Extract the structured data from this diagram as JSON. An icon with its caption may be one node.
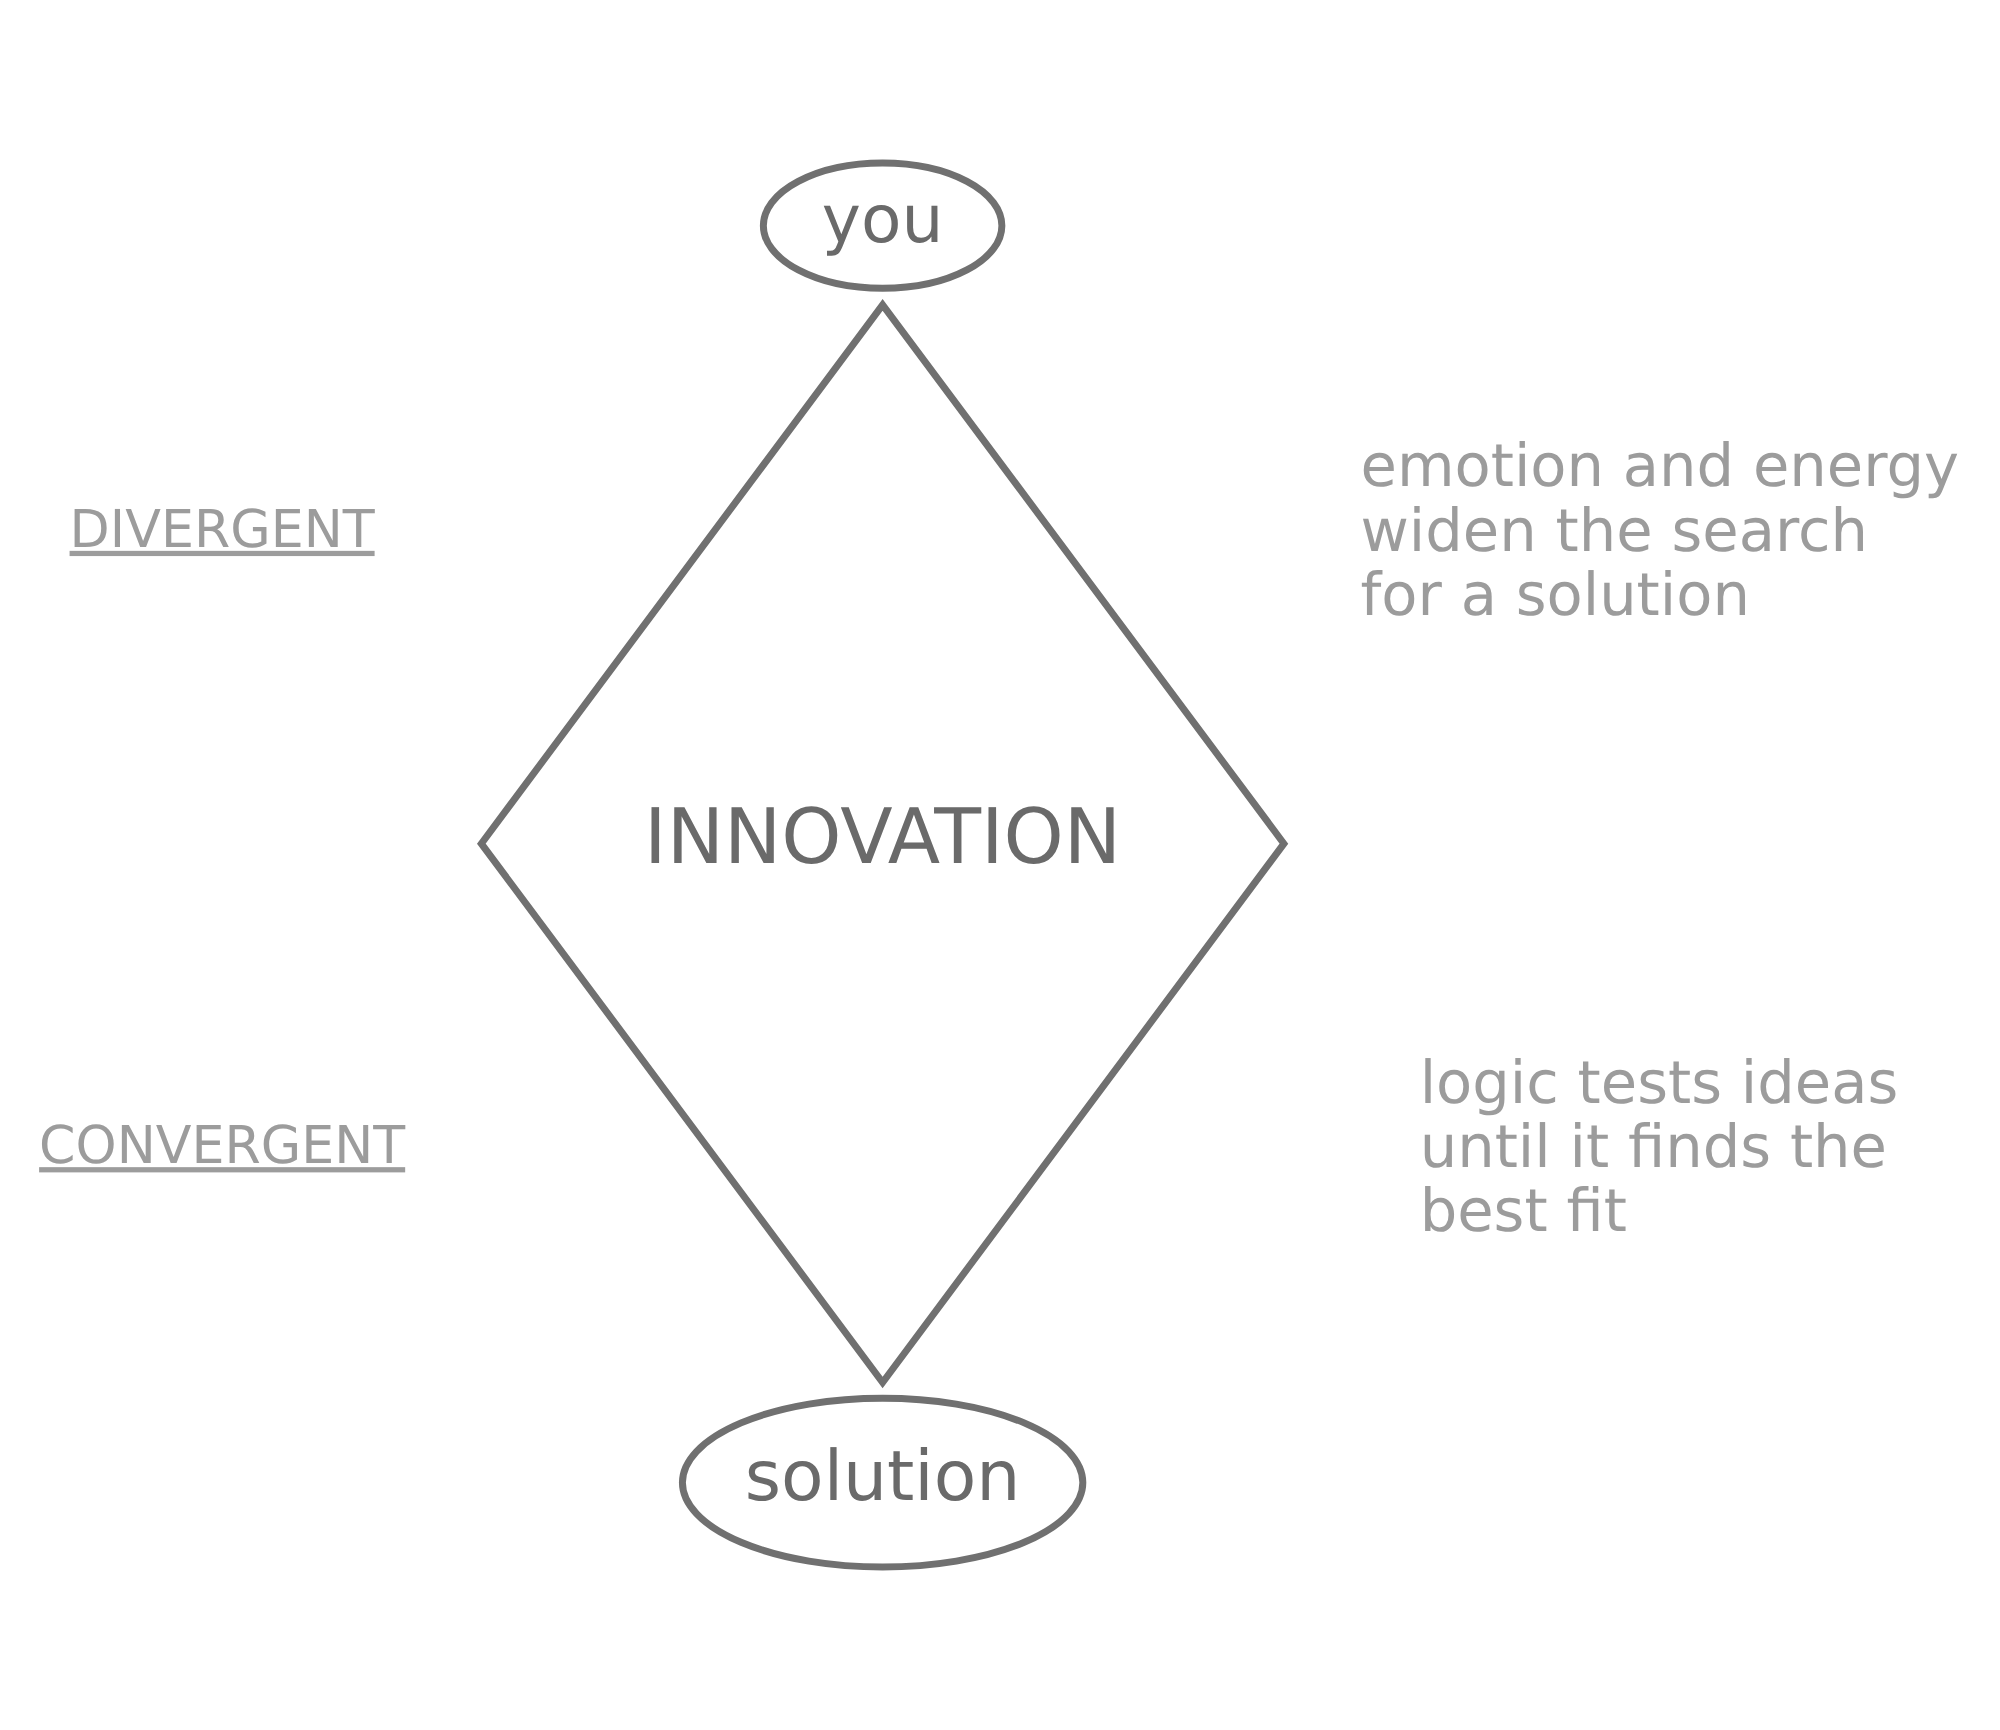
{
  "diagram": {
    "nodes": [
      {
        "text": [
          "you"
        ]
      },
      {
        "text": [
          "INNOVATION"
        ]
      },
      {
        "text": [
          "solution"
        ]
      }
    ],
    "labels": [
      "DIVERGENT",
      "emotion and energy widen the search for a solution",
      "CONVERGENT",
      "logic tests ideas until it finds the best fit"
    ]
  }
}
